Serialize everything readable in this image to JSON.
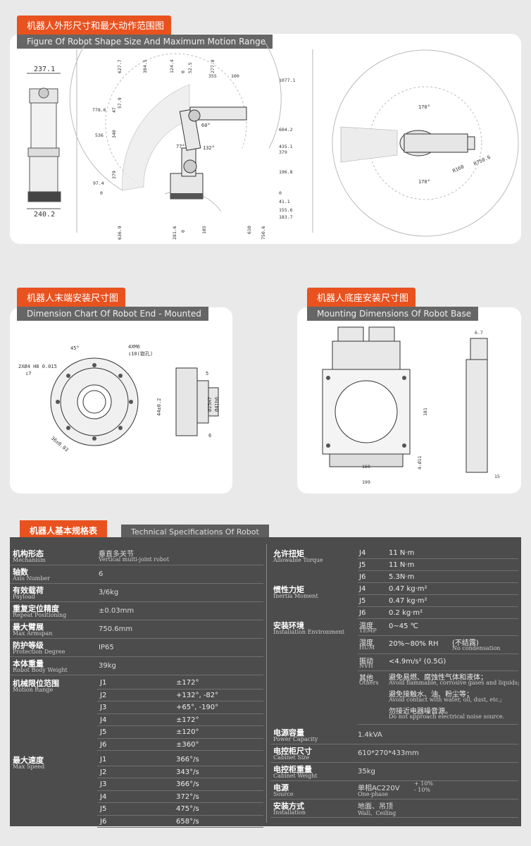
{
  "sections": {
    "shape": {
      "cn": "机器人外形尺寸和最大动作范围图",
      "en": "Figure Of Robot Shape Size And Maximum Motion Range"
    },
    "end": {
      "cn": "机器人末端安装尺寸图",
      "en": "Dimension Chart Of Robot End - Mounted"
    },
    "base": {
      "cn": "机器人底座安装尺寸图",
      "en": "Mounting Dimensions Of Robot Base"
    }
  },
  "drawing1": {
    "front_top": "237.1",
    "front_bottom": "240.2",
    "side_left": [
      "778.6",
      "536",
      "379",
      "97.4",
      "0"
    ],
    "side_top": [
      "627.7",
      "384.5",
      "124.4",
      "0",
      "52.5",
      "277.8",
      "355",
      "100"
    ],
    "side_right": [
      "1077.1",
      "604.2",
      "435.1",
      "379",
      "196.8",
      "0",
      "41.1",
      "155.6",
      "183.7"
    ],
    "side_bottom": [
      "636.9",
      "281.6",
      "0",
      "185",
      "610",
      "750.6"
    ],
    "side_left2": [
      "47",
      "57.9",
      "340"
    ],
    "angles": [
      "60°",
      "77°",
      "132°"
    ],
    "top_angles": [
      "170°",
      "170°"
    ],
    "top_radii": [
      "R750.6",
      "R160"
    ]
  },
  "drawing2": {
    "labels": [
      "45°",
      "4XM6",
      "↧10(锪孔)",
      "2XØ4 H8 0.015",
      "↧7",
      "44±0.2",
      "36±0.03",
      "Ø25H7",
      "Ø41h6",
      "5",
      "6"
    ]
  },
  "drawing3": {
    "labels": [
      "181",
      "160",
      "199",
      "4-Ø11",
      "6.7",
      "15"
    ]
  },
  "spec": {
    "title_cn": "机器人基本规格表",
    "title_en": "Technical Specifications Of Robot",
    "left": [
      {
        "cn": "机构形态",
        "en": "Mechanism",
        "val": "垂直多关节",
        "val_en": "Vertical multi-joint robot"
      },
      {
        "cn": "轴数",
        "en": "Axis Number",
        "val": "6"
      },
      {
        "cn": "有效载荷",
        "en": "Payload",
        "val": "3/6kg"
      },
      {
        "cn": "重复定位精度",
        "en": "Repeat Positioning",
        "val": "±0.03mm"
      },
      {
        "cn": "最大臂展",
        "en": "Max Armspan",
        "val": "750.6mm"
      },
      {
        "cn": "防护等级",
        "en": "Protection Degree",
        "val": "IP65"
      },
      {
        "cn": "本体重量",
        "en": "Robot Body Weight",
        "val": "39kg"
      }
    ],
    "motion_range": {
      "cn": "机械限位范围",
      "en": "Motion Range",
      "rows": [
        [
          "J1",
          "±172°"
        ],
        [
          "J2",
          "+132°, -82°"
        ],
        [
          "J3",
          "+65°, -190°"
        ],
        [
          "J4",
          "±172°"
        ],
        [
          "J5",
          "±120°"
        ],
        [
          "J6",
          "±360°"
        ]
      ]
    },
    "max_speed": {
      "cn": "最大速度",
      "en": "Max Speed",
      "rows": [
        [
          "J1",
          "366°/s"
        ],
        [
          "J2",
          "343°/s"
        ],
        [
          "J3",
          "366°/s"
        ],
        [
          "J4",
          "372°/s"
        ],
        [
          "J5",
          "475°/s"
        ],
        [
          "J6",
          "658°/s"
        ]
      ]
    },
    "torque": {
      "cn": "允许扭矩",
      "en": "Allowable Torque",
      "rows": [
        [
          "J4",
          "11 N·m"
        ],
        [
          "J5",
          "11 N·m"
        ],
        [
          "J6",
          "5.3N·m"
        ]
      ]
    },
    "inertia": {
      "cn": "惯性力矩",
      "en": "Inertia Moment",
      "rows": [
        [
          "J4",
          "0.47 kg·m²"
        ],
        [
          "J5",
          "0.47 kg·m²"
        ],
        [
          "J6",
          "0.2 kg·m²"
        ]
      ]
    },
    "env": {
      "cn": "安装环境",
      "en": "Installation Environment",
      "temp": {
        "cn": "温度",
        "en": "TEMP",
        "val": "0~45 ℃"
      },
      "hum": {
        "cn": "湿度",
        "en": "HUM",
        "val": "20%~80% RH",
        "note": "(不结露)",
        "note_en": "No condensation"
      },
      "nvh": {
        "cn": "振动",
        "en": "NVH",
        "val": "<4.9m/s² (0.5G)"
      },
      "others": {
        "cn": "其他",
        "en": "Others",
        "l1": "避免易燃、腐蚀性气体和液体；",
        "l1_en": "Avoid flammable, corrosive gases and liquids;",
        "l2": "避免接触水、油、粉尘等；",
        "l2_en": "Avoid contact with water, oil, dust, etc.;",
        "l3": "勿接近电器噪音源。",
        "l3_en": "Do not approach electrical noise source."
      }
    },
    "right_bottom": [
      {
        "cn": "电源容量",
        "en": "Power Capacity",
        "val": "1.4kVA"
      },
      {
        "cn": "电控柜尺寸",
        "en": "Cabinet Size",
        "val": "610*270*433mm"
      },
      {
        "cn": "电控柜重量",
        "en": "Cabinet Weight",
        "val": "35kg"
      },
      {
        "cn": "电源",
        "en": "Source",
        "val": "单相AC220V",
        "sup": "+ 10%",
        "subv": "- 10%",
        "val_en": "One-phase"
      },
      {
        "cn": "安装方式",
        "en": "Installation",
        "val": "地面、吊顶",
        "val_en": "Wall、Ceiling"
      }
    ]
  }
}
